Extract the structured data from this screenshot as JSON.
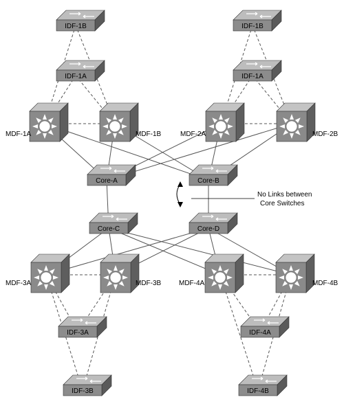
{
  "switches": [
    {
      "id": "idf1b-left",
      "label": "IDF-1B",
      "role": "switch"
    },
    {
      "id": "idf1a-left",
      "label": "IDF-1A",
      "role": "switch"
    },
    {
      "id": "idf1b-right",
      "label": "IDF-1B",
      "role": "switch"
    },
    {
      "id": "idf1a-right",
      "label": "IDF-1A",
      "role": "switch"
    },
    {
      "id": "core-a",
      "label": "Core-A",
      "role": "switch"
    },
    {
      "id": "core-b",
      "label": "Core-B",
      "role": "switch"
    },
    {
      "id": "core-c",
      "label": "Core-C",
      "role": "switch"
    },
    {
      "id": "core-d",
      "label": "Core-D",
      "role": "switch"
    },
    {
      "id": "idf3a",
      "label": "IDF-3A",
      "role": "switch"
    },
    {
      "id": "idf3b",
      "label": "IDF-3B",
      "role": "switch"
    },
    {
      "id": "idf4a",
      "label": "IDF-4A",
      "role": "switch"
    },
    {
      "id": "idf4b",
      "label": "IDF-4B",
      "role": "switch"
    }
  ],
  "routers": [
    {
      "id": "mdf1a",
      "label": "MDF-1A"
    },
    {
      "id": "mdf1b",
      "label": "MDF-1B"
    },
    {
      "id": "mdf2a",
      "label": "MDF-2A"
    },
    {
      "id": "mdf2b",
      "label": "MDF-2B"
    },
    {
      "id": "mdf3a",
      "label": "MDF-3A"
    },
    {
      "id": "mdf3b",
      "label": "MDF-3B"
    },
    {
      "id": "mdf4a",
      "label": "MDF-4A"
    },
    {
      "id": "mdf4b",
      "label": "MDF-4B"
    }
  ],
  "annotation": {
    "line1": "No Links between",
    "line2": "Core Switches"
  },
  "links": {
    "solid": [
      [
        "mdf1a",
        "core-a"
      ],
      [
        "mdf1a",
        "core-b"
      ],
      [
        "mdf1b",
        "core-a"
      ],
      [
        "mdf1b",
        "core-b"
      ],
      [
        "mdf2a",
        "core-a"
      ],
      [
        "mdf2a",
        "core-b"
      ],
      [
        "mdf2b",
        "core-a"
      ],
      [
        "mdf2b",
        "core-b"
      ],
      [
        "core-a",
        "core-c"
      ],
      [
        "core-b",
        "core-d"
      ],
      [
        "core-c",
        "mdf3a"
      ],
      [
        "core-c",
        "mdf3b"
      ],
      [
        "core-c",
        "mdf4a"
      ],
      [
        "core-c",
        "mdf4b"
      ],
      [
        "core-d",
        "mdf3a"
      ],
      [
        "core-d",
        "mdf3b"
      ],
      [
        "core-d",
        "mdf4a"
      ],
      [
        "core-d",
        "mdf4b"
      ]
    ],
    "dashed": [
      [
        "idf1b-left",
        "mdf1a"
      ],
      [
        "idf1b-left",
        "mdf1b"
      ],
      [
        "idf1a-left",
        "mdf1a"
      ],
      [
        "idf1a-left",
        "mdf1b"
      ],
      [
        "mdf1a",
        "mdf1b"
      ],
      [
        "idf1b-right",
        "mdf2a"
      ],
      [
        "idf1b-right",
        "mdf2b"
      ],
      [
        "idf1a-right",
        "mdf2a"
      ],
      [
        "idf1a-right",
        "mdf2b"
      ],
      [
        "mdf2a",
        "mdf2b"
      ],
      [
        "mdf3a",
        "mdf3b"
      ],
      [
        "idf3a",
        "mdf3a"
      ],
      [
        "idf3a",
        "mdf3b"
      ],
      [
        "idf3b",
        "mdf3a"
      ],
      [
        "idf3b",
        "mdf3b"
      ],
      [
        "mdf4a",
        "mdf4b"
      ],
      [
        "idf4a",
        "mdf4a"
      ],
      [
        "idf4a",
        "mdf4b"
      ],
      [
        "idf4b",
        "mdf4a"
      ],
      [
        "idf4b",
        "mdf4b"
      ]
    ]
  },
  "colors": {
    "switch_front": "#8c8c8c",
    "switch_top": "#bdbdbd",
    "switch_side": "#5a5a5a",
    "router_front": "#8a8a8a",
    "router_top": "#c4c4c4",
    "router_side": "#5e5e5e",
    "line": "#555555"
  }
}
